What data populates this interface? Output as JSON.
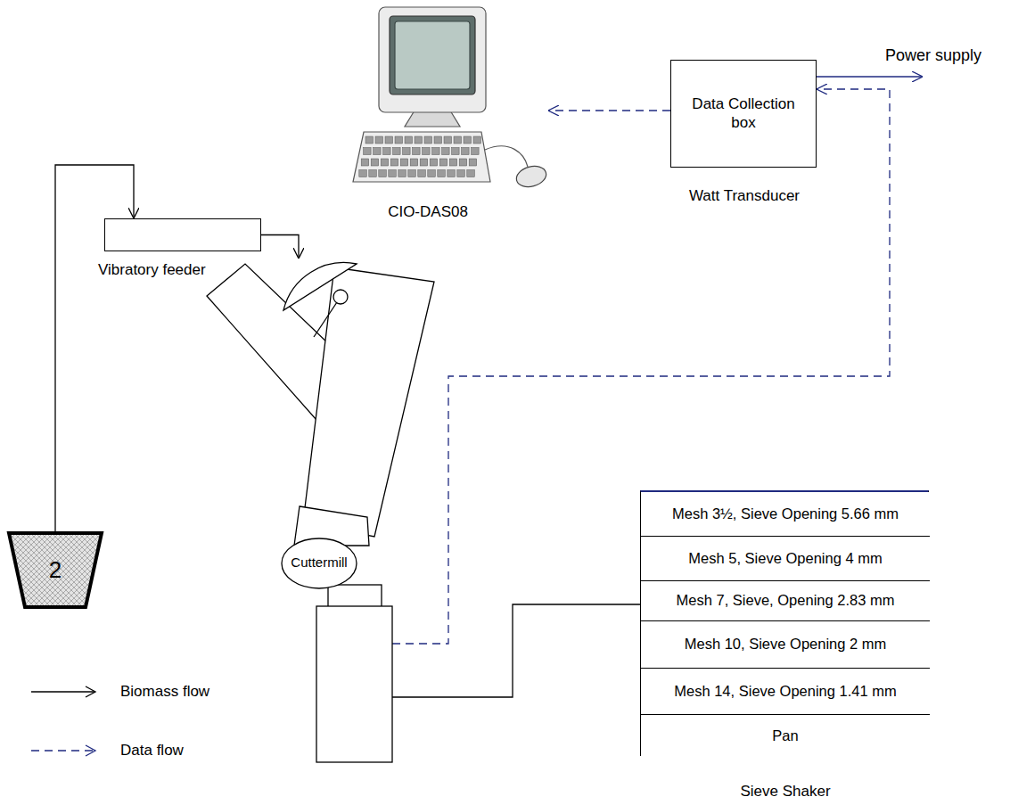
{
  "diagram": {
    "nodes": [
      {
        "text": [
          "CIO-DAS08"
        ]
      },
      {
        "text": [
          "Data Collection box",
          "Watt Transducer"
        ]
      },
      {
        "text": [
          "Vibratory feeder"
        ]
      },
      {
        "text": [
          "Cuttermill"
        ]
      },
      {
        "text": [
          "2"
        ]
      },
      {
        "text": [
          "Sieve Shaker"
        ]
      },
      {
        "text": [
          "Mesh 3½, Sieve Opening 5.66 mm"
        ],
        "in": 5
      },
      {
        "text": [
          "Mesh 5, Sieve Opening 4 mm"
        ],
        "in": 5
      },
      {
        "text": [
          "Mesh 7, Sieve, Opening 2.83 mm"
        ],
        "in": 5
      },
      {
        "text": [
          "Mesh 10, Sieve Opening 2 mm"
        ],
        "in": 5
      },
      {
        "text": [
          "Mesh 14, Sieve Opening 1.41 mm"
        ],
        "in": 5
      },
      {
        "text": [
          "Pan"
        ],
        "in": 5
      }
    ],
    "edges": [
      {
        "from": 4,
        "to": 2,
        "arrow": "to"
      },
      {
        "from": 2,
        "to": 3,
        "arrow": "to"
      },
      {
        "from": 3,
        "to": 5,
        "arrow": "to"
      },
      {
        "from": 3,
        "to": 1,
        "arrow": "to"
      },
      {
        "from": 1,
        "to": 0,
        "arrow": "to"
      }
    ],
    "labels": [
      "Power supply"
    ],
    "legend": [
      {
        "text": "Biomass flow"
      },
      {
        "text": "Data flow"
      }
    ]
  }
}
